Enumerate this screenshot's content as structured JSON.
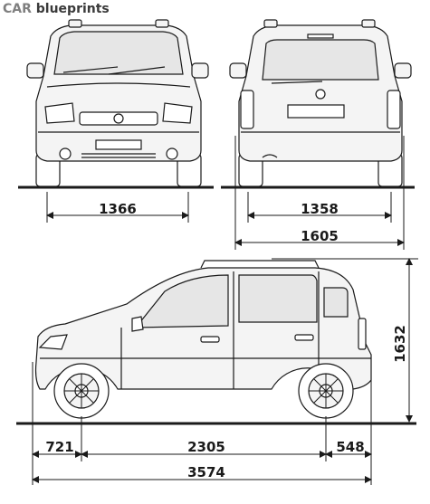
{
  "watermark": {
    "part1": "CAR",
    "part2": "blueprints"
  },
  "dimensions": {
    "front_track": "1366",
    "rear_track": "1358",
    "overall_width": "1605",
    "height": "1632",
    "front_overhang": "721",
    "wheelbase": "2305",
    "rear_overhang": "548",
    "overall_length": "3574"
  },
  "colors": {
    "line": "#1a1a1a",
    "body_fill": "#f4f4f4",
    "glass": "#e6e6e6"
  }
}
